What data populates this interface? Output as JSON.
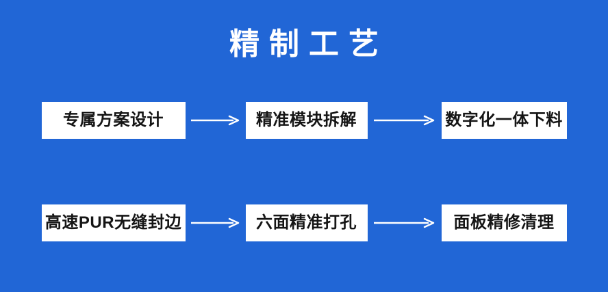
{
  "poster": {
    "title": "精制工艺",
    "background_color": "#2166d6",
    "box_color": "#ffffff",
    "box_text_color": "#151515",
    "title_color": "#ffffff",
    "arrow_color": "#ffffff"
  },
  "flow": {
    "rows": [
      {
        "steps": [
          {
            "label": "专属方案设计"
          },
          {
            "label": "精准模块拆解"
          },
          {
            "label": "数字化一体下料"
          }
        ],
        "arrows": [
          {
            "name": "arrow-right-icon"
          },
          {
            "name": "arrow-right-icon"
          }
        ]
      },
      {
        "steps": [
          {
            "label": "高速PUR无缝封边"
          },
          {
            "label": "六面精准打孔"
          },
          {
            "label": "面板精修清理"
          }
        ],
        "arrows": [
          {
            "name": "arrow-right-icon"
          },
          {
            "name": "arrow-right-icon"
          }
        ]
      }
    ]
  }
}
